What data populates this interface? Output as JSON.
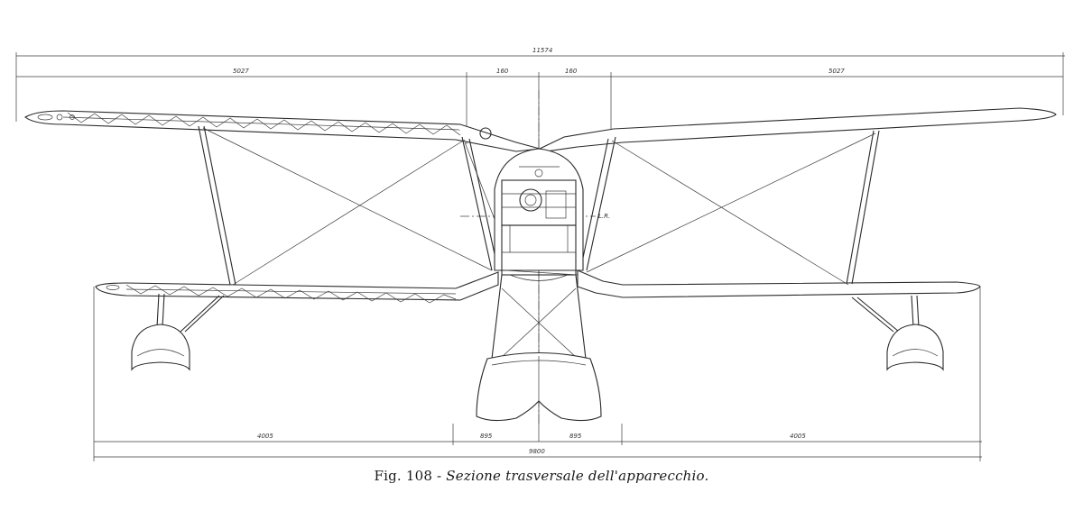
{
  "dimensions": {
    "overall_upper_span": "11574",
    "upper_left_half": "5027",
    "upper_right_half": "5027",
    "center_left": "160",
    "center_right": "160",
    "lower_left": "4005",
    "lower_right": "4005",
    "hull_left": "895",
    "hull_right": "895",
    "lower_total": "9800"
  },
  "labels": {
    "thrust_line": "L.R."
  },
  "caption": {
    "prefix": "Fig. 108 - ",
    "title": "Sezione trasversale dell'apparecchio."
  }
}
